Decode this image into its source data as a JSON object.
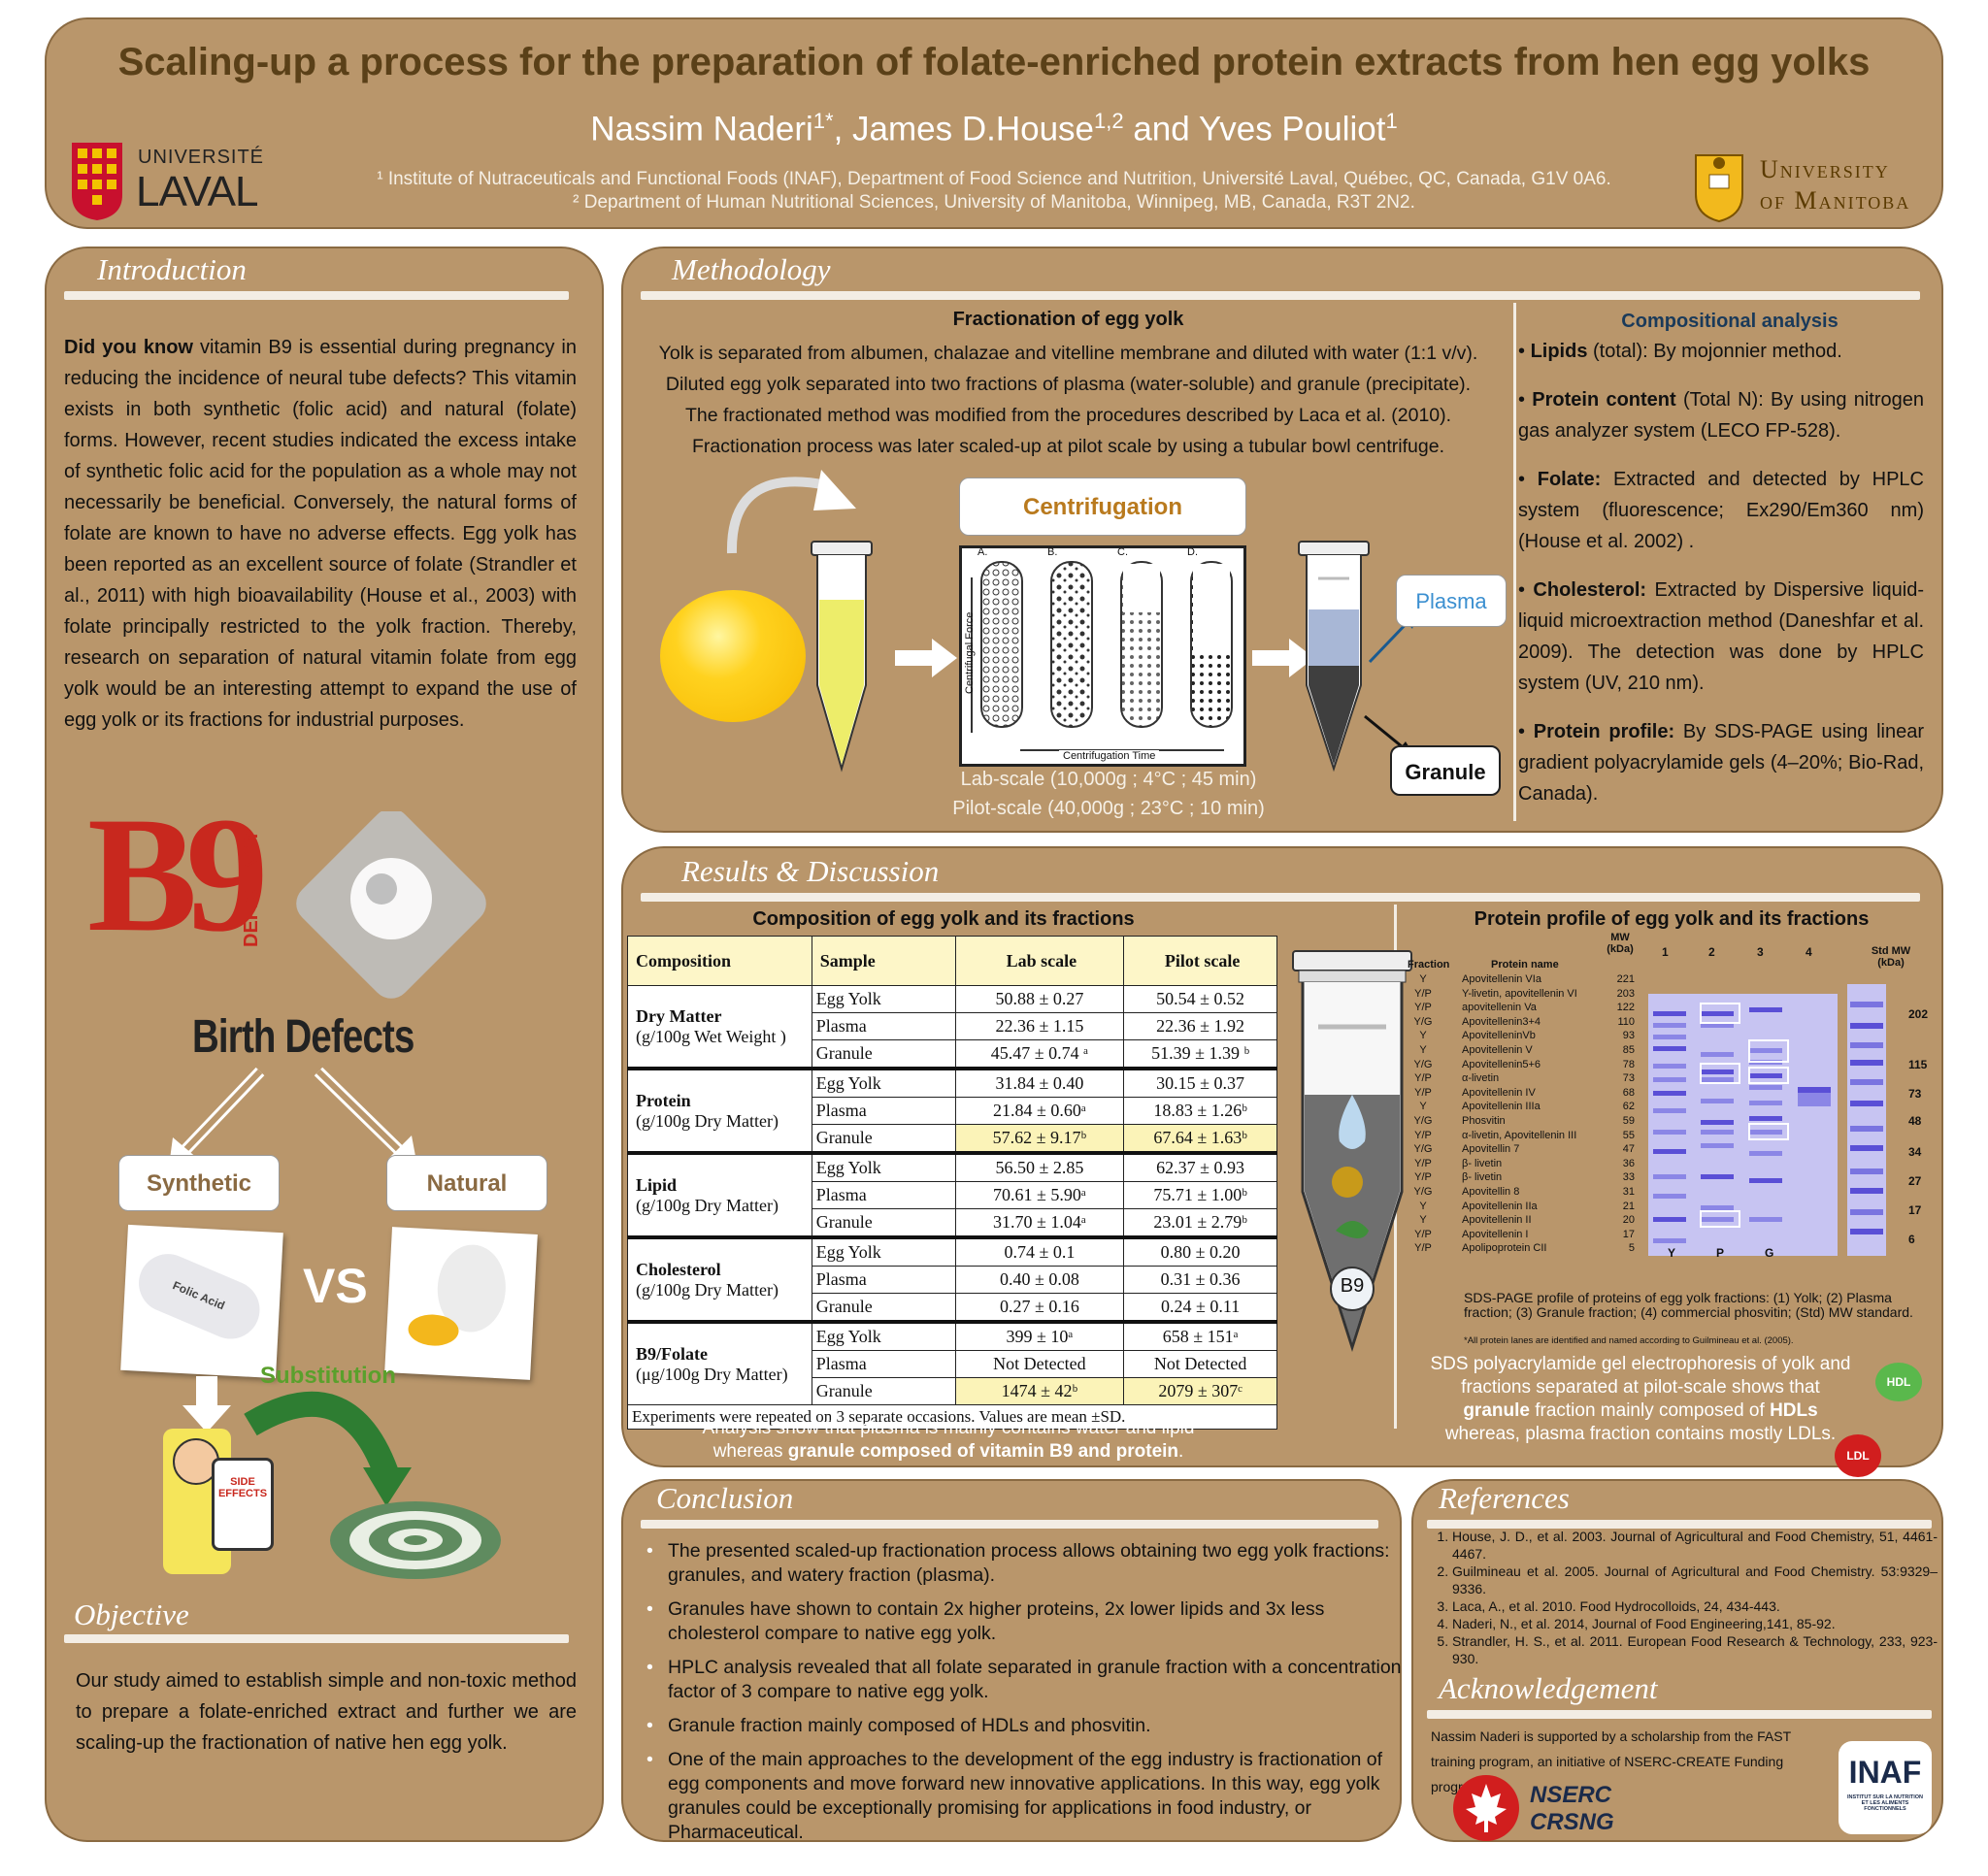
{
  "header": {
    "title": "Scaling-up a process for the preparation of folate-enriched protein extracts from hen egg yolks",
    "authors": [
      {
        "name": "Nassim Naderi",
        "sup": "1*"
      },
      {
        "name": ", James D.House",
        "sup": "1,2"
      },
      {
        "name": " and Yves Pouliot",
        "sup": "1"
      }
    ],
    "affil1": "¹ Institute of Nutraceuticals and Functional Foods (INAF), Department of Food Science and Nutrition, Université Laval, Québec, QC, Canada, G1V 0A6.",
    "affil2": "² Department of Human Nutritional Sciences, University of Manitoba, Winnipeg, MB, Canada, R3T 2N2.",
    "logo_laval_top": "UNIVERSITÉ",
    "logo_laval_bottom": "LAVAL",
    "logo_manitoba_top": "University",
    "logo_manitoba_bottom": "of Manitoba"
  },
  "intro": {
    "title": "Introduction",
    "lead": "Did you know",
    "body": " vitamin B9 is essential during pregnancy in reducing the incidence of neural tube defects? This vitamin exists in both synthetic (folic acid) and natural (folate) forms. However, recent studies indicated the excess intake of synthetic folic acid for the population as a whole may not necessarily be beneficial. Conversely, the natural forms of folate are known to have no adverse effects. Egg yolk has been reported as an excellent source of folate (Strandler et al., 2011) with high bioavailability (House et al., 2003) with folate principally restricted to the yolk fraction. Thereby, research on separation of natural vitamin folate from egg yolk would be an interesting attempt to expand the use of egg yolk or its fractions for industrial purposes.",
    "graphic": {
      "b9": "B9",
      "deficiency": "DEFICIENCY",
      "birth_defects": "Birth Defects",
      "synthetic": "Synthetic",
      "natural": "Natural",
      "vs": "VS",
      "folic_acid": "Folic Acid",
      "side_effects": "SIDE EFFECTS",
      "substitution": "Substitution"
    }
  },
  "objective": {
    "title": "Objective",
    "body": "Our study aimed to establish simple and non-toxic method to prepare a folate-enriched extract and further we are scaling-up the fractionation of native hen egg yolk."
  },
  "methodology": {
    "title": "Methodology",
    "fraction_title": "Fractionation of egg yolk",
    "fraction_lines": [
      "Yolk is separated from albumen, chalazae and vitelline membrane and diluted with water (1:1 v/v).",
      "Diluted egg yolk separated into two fractions of plasma (water-soluble) and granule (precipitate).",
      "The fractionated method was modified from the procedures described by Laca et al. (2010).",
      "Fractionation process was later scaled-up at pilot scale by using a tubular bowl centrifuge."
    ],
    "centrifugation": "Centrifugation",
    "tube_labels": [
      "A.",
      "B.",
      "C.",
      "D."
    ],
    "centrifugal_force": "Centrifugal Force",
    "centrifugation_time": "Centrifugation Time",
    "plasma": "Plasma",
    "granule": "Granule",
    "lab_scale": "Lab-scale  (10,000g ; 4°C ; 45 min)",
    "pilot_scale": "Pilot-scale (40,000g ; 23°C ; 10 min)",
    "comp_title": "Compositional analysis",
    "comp_items": [
      {
        "bold": "Lipids",
        "rest": " (total): By mojonnier method."
      },
      {
        "bold": "Protein content",
        "rest": " (Total N): By using nitrogen gas analyzer system (LECO FP-528)."
      },
      {
        "bold": "Folate:",
        "rest": " Extracted and detected by HPLC system (fluorescence; Ex290/Em360 nm) (House et al. 2002) ."
      },
      {
        "bold": "Cholesterol:",
        "rest": " Extracted by Dispersive liquid-liquid microextraction method (Daneshfar et al. 2009). The detection was done by HPLC system (UV, 210 nm)."
      },
      {
        "bold": "Protein profile:",
        "rest": " By SDS-PAGE using linear gradient polyacrylamide gels (4–20%; Bio-Rad, Canada)."
      }
    ]
  },
  "results": {
    "title": "Results & Discussion",
    "table_title": "Composition of egg yolk and its fractions",
    "headers": [
      "Composition",
      "Sample",
      "Lab scale",
      "Pilot scale"
    ],
    "groups": [
      {
        "name": "Dry Matter",
        "unit": " (g/100g Wet Weight )",
        "rows": [
          {
            "sample": "Egg Yolk",
            "lab": "50.88 ± 0.27",
            "pilot": "50.54 ± 0.52"
          },
          {
            "sample": "Plasma",
            "lab": "22.36 ± 1.15",
            "pilot": "22.36 ± 1.92"
          },
          {
            "sample": "Granule",
            "lab": "45.47 ± 0.74 ᵃ",
            "pilot": "51.39 ± 1.39 ᵇ"
          }
        ]
      },
      {
        "name": "Protein",
        "unit": "(g/100g Dry Matter)",
        "rows": [
          {
            "sample": "Egg Yolk",
            "lab": "31.84 ± 0.40",
            "pilot": "30.15 ± 0.37"
          },
          {
            "sample": "Plasma",
            "lab": "21.84 ± 0.60ᵃ",
            "pilot": "18.83 ± 1.26ᵇ"
          },
          {
            "sample": "Granule",
            "lab": "57.62 ± 9.17ᵇ",
            "pilot": "67.64 ± 1.63ᵇ",
            "hl": true
          }
        ]
      },
      {
        "name": "Lipid",
        "unit": "(g/100g Dry Matter)",
        "rows": [
          {
            "sample": "Egg Yolk",
            "lab": "56.50 ± 2.85",
            "pilot": "62.37 ± 0.93"
          },
          {
            "sample": "Plasma",
            "lab": "70.61 ± 5.90ᵃ",
            "pilot": "75.71 ± 1.00ᵇ"
          },
          {
            "sample": "Granule",
            "lab": "31.70 ± 1.04ᵃ",
            "pilot": "23.01 ± 2.79ᵇ"
          }
        ]
      },
      {
        "name": "Cholesterol",
        "unit": "(g/100g Dry Matter)",
        "rows": [
          {
            "sample": "Egg Yolk",
            "lab": "0.74 ± 0.1",
            "pilot": "0.80 ± 0.20"
          },
          {
            "sample": "Plasma",
            "lab": "0.40 ± 0.08",
            "pilot": "0.31 ± 0.36"
          },
          {
            "sample": "Granule",
            "lab": "0.27 ± 0.16",
            "pilot": "0.24 ± 0.11"
          }
        ]
      },
      {
        "name": "B9/Folate",
        "unit": "(μg/100g Dry Matter)",
        "rows": [
          {
            "sample": "Egg Yolk",
            "lab": "399 ± 10ᵃ",
            "pilot": "658 ± 151ᵃ"
          },
          {
            "sample": "Plasma",
            "lab": "Not Detected",
            "pilot": "Not Detected"
          },
          {
            "sample": "Granule",
            "lab": "1474 ± 42ᵇ",
            "pilot": "2079 ± 307ᶜ",
            "hl": true
          }
        ]
      }
    ],
    "table_note": "Experiments were repeated on 3 separate occasions. Values are mean ±SD.",
    "analysis_1": "Analysis show that plasma is mainly contains water and lipid",
    "analysis_2a": "whereas ",
    "analysis_2b": "granule composed of vitamin B9 and protein",
    "analysis_2c": ".",
    "b9_tube": "B9",
    "gel_title": "Protein profile of egg yolk and its fractions",
    "gel_head_fraction": "Fraction",
    "gel_head_protein": "Protein name",
    "gel_head_mw": "MW (kDa)",
    "gel_lanes": [
      "1",
      "2",
      "3",
      "4"
    ],
    "gel_std": "Std MW (kDa)",
    "gel_rows": [
      {
        "f": "Y",
        "p": "Apovitellenin VIa",
        "mw": "221"
      },
      {
        "f": "Y/P",
        "p": "Y-livetin, apovitellenin VI",
        "mw": "203"
      },
      {
        "f": "Y/P",
        "p": "apovitellenin Va",
        "mw": "122"
      },
      {
        "f": "Y/G",
        "p": "Apovitellenin3+4",
        "mw": "110"
      },
      {
        "f": "Y",
        "p": "ApovitelleninVb",
        "mw": "93"
      },
      {
        "f": "Y",
        "p": "Apovitellenin V",
        "mw": "85"
      },
      {
        "f": "Y/G",
        "p": "Apovitellenin5+6",
        "mw": "78"
      },
      {
        "f": "Y/P",
        "p": "α-livetin",
        "mw": "73"
      },
      {
        "f": "Y/P",
        "p": "Apovitellenin IV",
        "mw": "68"
      },
      {
        "f": "Y",
        "p": "Apovitellenin IIIa",
        "mw": "62"
      },
      {
        "f": "Y/G",
        "p": "Phosvitin",
        "mw": "59"
      },
      {
        "f": "Y/P",
        "p": "α-livetin, Apovitellenin III",
        "mw": "55"
      },
      {
        "f": "Y/G",
        "p": "Apovitellin 7",
        "mw": "47"
      },
      {
        "f": "Y/P",
        "p": "β- livetin",
        "mw": "36"
      },
      {
        "f": "Y/P",
        "p": "β- livetin",
        "mw": "33"
      },
      {
        "f": "Y/G",
        "p": "Apovitellin 8",
        "mw": "31"
      },
      {
        "f": "Y",
        "p": "Apovitellenin IIa",
        "mw": "21"
      },
      {
        "f": "Y",
        "p": "Apovitellenin II",
        "mw": "20"
      },
      {
        "f": "Y/P",
        "p": "Apovitellenin I",
        "mw": "17"
      },
      {
        "f": "Y/P",
        "p": "Apolipoprotein CII",
        "mw": "5"
      }
    ],
    "std_marks": [
      "202",
      "115",
      "73",
      "48",
      "34",
      "27",
      "17",
      "6"
    ],
    "lane_letters": [
      "Y",
      "P",
      "G"
    ],
    "gel_caption": "SDS-PAGE profile of proteins of egg yolk fractions: (1) Yolk; (2) Plasma fraction; (3) Granule fraction; (4) commercial phosvitin; (Std) MW standard.",
    "gel_footnote": "*All protein lanes are identified and named according to Guilmineau et al. (2005).",
    "sds_1": "SDS polyacrylamide gel electrophoresis of yolk and fractions separated at pilot-scale shows that ",
    "sds_bold1": "granule",
    "sds_2": " fraction mainly composed of ",
    "sds_bold2": "HDLs",
    "sds_3": " whereas, plasma fraction contains mostly LDLs.",
    "hdl": "HDL",
    "ldl": "LDL"
  },
  "conclusion": {
    "title": "Conclusion",
    "items": [
      "The presented scaled-up fractionation process allows obtaining two egg yolk fractions: granules, and watery fraction (plasma).",
      "Granules have shown to contain 2x higher proteins, 2x lower lipids and 3x less cholesterol compare to native egg yolk.",
      "HPLC analysis revealed that all folate separated in granule fraction with a concentration factor of 3 compare to native egg yolk.",
      "Granule fraction mainly composed of HDLs and phosvitin.",
      "One of the main approaches to the development of the egg industry is fractionation of egg components and move forward new innovative applications. In this way, egg yolk granules could be exceptionally promising for applications in food industry, or Pharmaceutical."
    ]
  },
  "references": {
    "title": "References",
    "items": [
      "House, J. D., et al. 2003. Journal of Agricultural and Food Chemistry, 51, 4461-4467.",
      "Guilmineau et al. 2005. Journal of Agricultural and Food Chemistry. 53:9329–9336.",
      "Laca, A., et al. 2010. Food Hydrocolloids, 24, 434-443.",
      "Naderi, N., et al. 2014, Journal of Food Engineering,141, 85-92.",
      "Strandler, H. S., et al. 2011. European Food Research & Technology, 233, 923-930."
    ]
  },
  "ack": {
    "title": "Acknowledgement",
    "body": "Nassim Naderi is supported by a scholarship from the FAST training program, an initiative of NSERC-CREATE Funding program.",
    "nserc": "NSERC",
    "crsng": "CRSNG",
    "inaf": "INAF",
    "inaf_sub": "INSTITUT SUR LA NUTRITION ET LES ALIMENTS FONCTIONNELS"
  },
  "colors": {
    "panel": "#b9966b",
    "title_brown": "#5a4018",
    "gel_blue": "#8b86e6",
    "plasma_blue": "#3b8fd0"
  }
}
